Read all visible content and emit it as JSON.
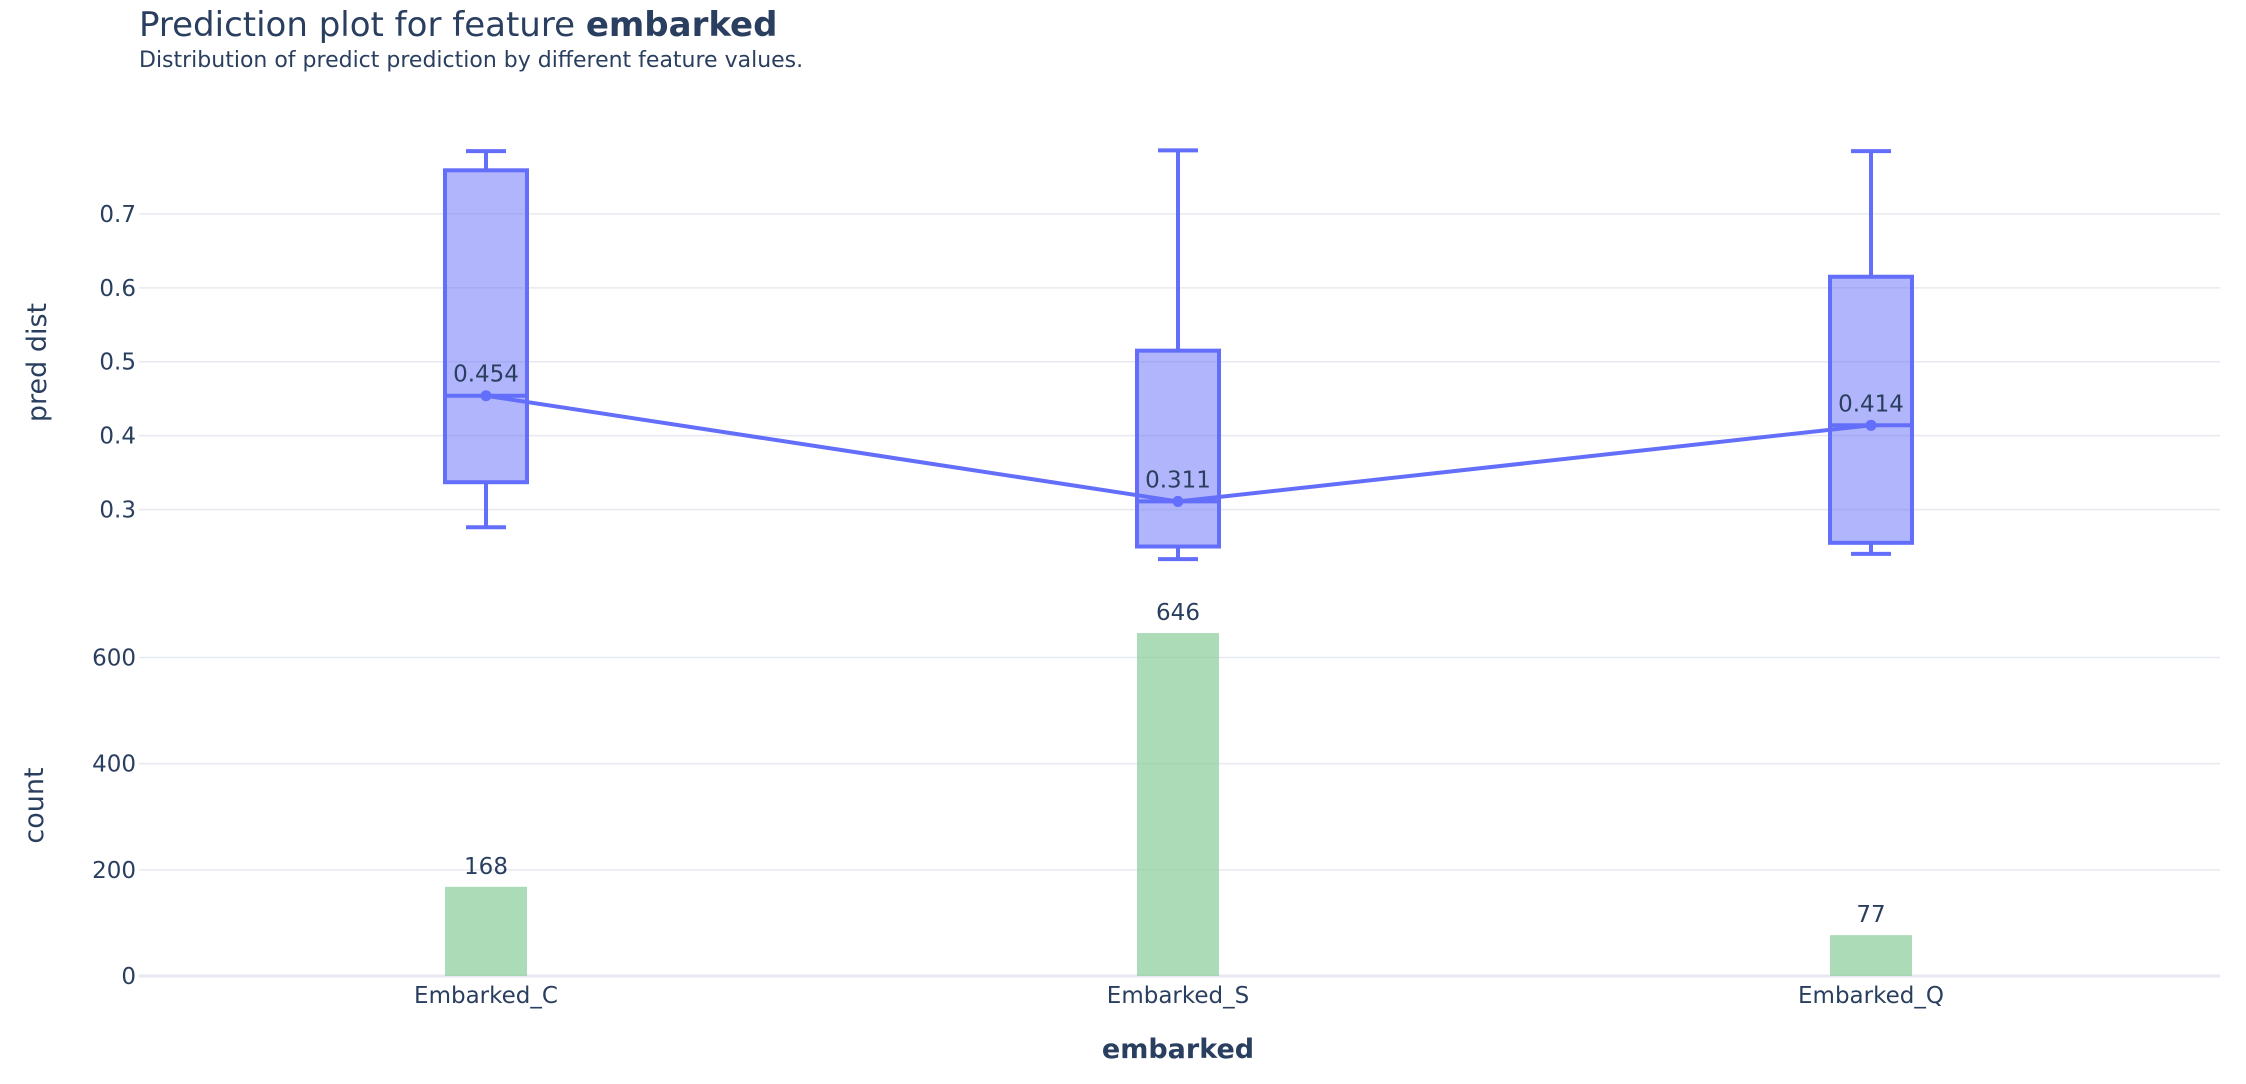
{
  "chart_data": {
    "title_prefix": "Prediction plot for feature ",
    "title_feature": "embarked",
    "subtitle": "Distribution of predict prediction by different feature values.",
    "xlabel": "embarked",
    "categories": [
      "Embarked_C",
      "Embarked_S",
      "Embarked_Q"
    ],
    "colors": {
      "box": "#636efa",
      "box_fill": "rgba(99,110,250,0.5)",
      "bar": "#8fcf9f",
      "text": "#2a3f5f",
      "grid": "#e6e9ef"
    },
    "panels": [
      {
        "type": "box",
        "ylabel": "pred dist",
        "ylim": [
          0.225,
          0.8
        ],
        "yticks": [
          0.3,
          0.4,
          0.5,
          0.6,
          0.7
        ],
        "ytick_labels": [
          "0.3",
          "0.4",
          "0.5",
          "0.6",
          "0.7"
        ],
        "boxes": [
          {
            "lower_whisker": 0.276,
            "q1": 0.337,
            "median": 0.454,
            "q3": 0.759,
            "upper_whisker": 0.785
          },
          {
            "lower_whisker": 0.233,
            "q1": 0.25,
            "median": 0.311,
            "q3": 0.515,
            "upper_whisker": 0.786
          },
          {
            "lower_whisker": 0.24,
            "q1": 0.255,
            "median": 0.414,
            "q3": 0.615,
            "upper_whisker": 0.785
          }
        ],
        "median_line": {
          "values": [
            0.454,
            0.311,
            0.414
          ],
          "labels": [
            "0.454",
            "0.311",
            "0.414"
          ]
        }
      },
      {
        "type": "bar",
        "ylabel": "count",
        "ylim": [
          0,
          680
        ],
        "yticks": [
          0,
          200,
          400,
          600
        ],
        "ytick_labels": [
          "0",
          "200",
          "400",
          "600"
        ],
        "values": [
          168,
          646,
          77
        ],
        "labels": [
          "168",
          "646",
          "77"
        ]
      }
    ]
  }
}
